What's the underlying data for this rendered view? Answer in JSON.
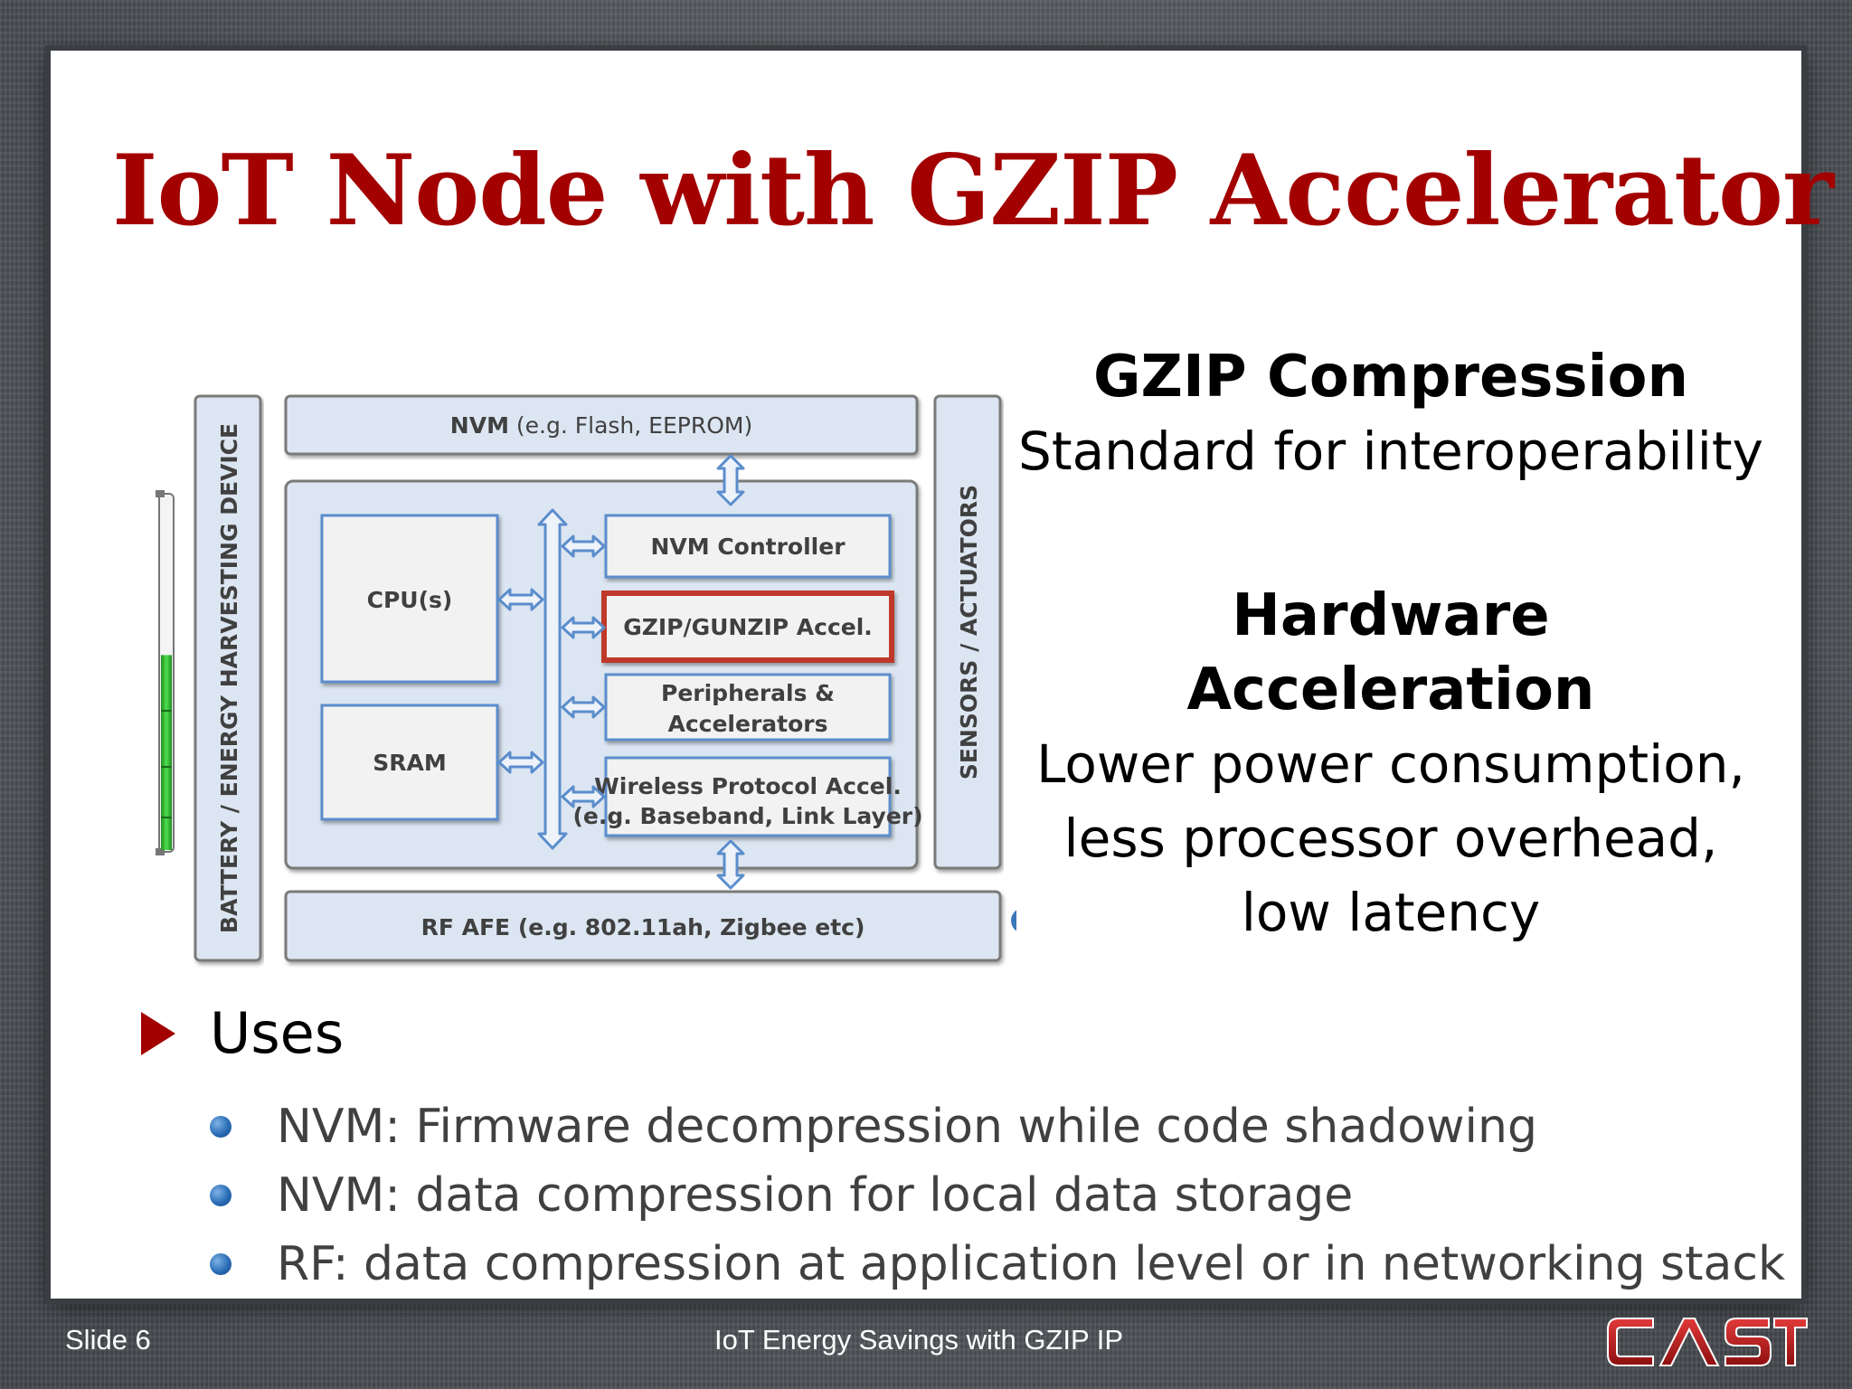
{
  "title": "IoT Node with GZIP Accelerator",
  "diagram": {
    "battery_label": "BATTERY / ENERGY HARVESTING DEVICE",
    "nvm_bold": "NVM",
    "nvm_rest": " (e.g. Flash, EEPROM)",
    "sensors_label": "SENSORS / ACTUATORS",
    "cpu": "CPU(s)",
    "sram": "SRAM",
    "nvm_controller": "NVM Controller",
    "gzip_accel": "GZIP/GUNZIP Accel.",
    "peripherals_line1": "Peripherals &",
    "peripherals_line2": "Accelerators",
    "wireless_line1": "Wireless Protocol Accel.",
    "wireless_line2": "(e.g. Baseband, Link Layer)",
    "rf_afe": "RF AFE (e.g. 802.11ah, Zigbee etc)",
    "battery_level": 0.55
  },
  "side": {
    "heading1": "GZIP Compression",
    "text1": "Standard for interoperability",
    "heading2_line1": "Hardware",
    "heading2_line2": "Acceleration",
    "text2_line1": "Lower power consumption,",
    "text2_line2": "less processor overhead,",
    "text2_line3": "low latency"
  },
  "uses": {
    "heading": "Uses",
    "items": [
      "NVM: Firmware decompression while code shadowing",
      "NVM: data compression for local data storage",
      "RF: data compression at application level or in networking stack"
    ]
  },
  "footer": {
    "slide_number": "Slide 6",
    "presentation_title": "IoT Energy Savings with GZIP IP",
    "logo_text": "CAST"
  },
  "colors": {
    "title_red": "#a30000",
    "box_fill": "#dce6f2",
    "box_border": "#5b8dcc",
    "gzip_border": "#c0392b",
    "bullet_blue": "#2a6db6",
    "battery_green": "#3cc43c"
  }
}
